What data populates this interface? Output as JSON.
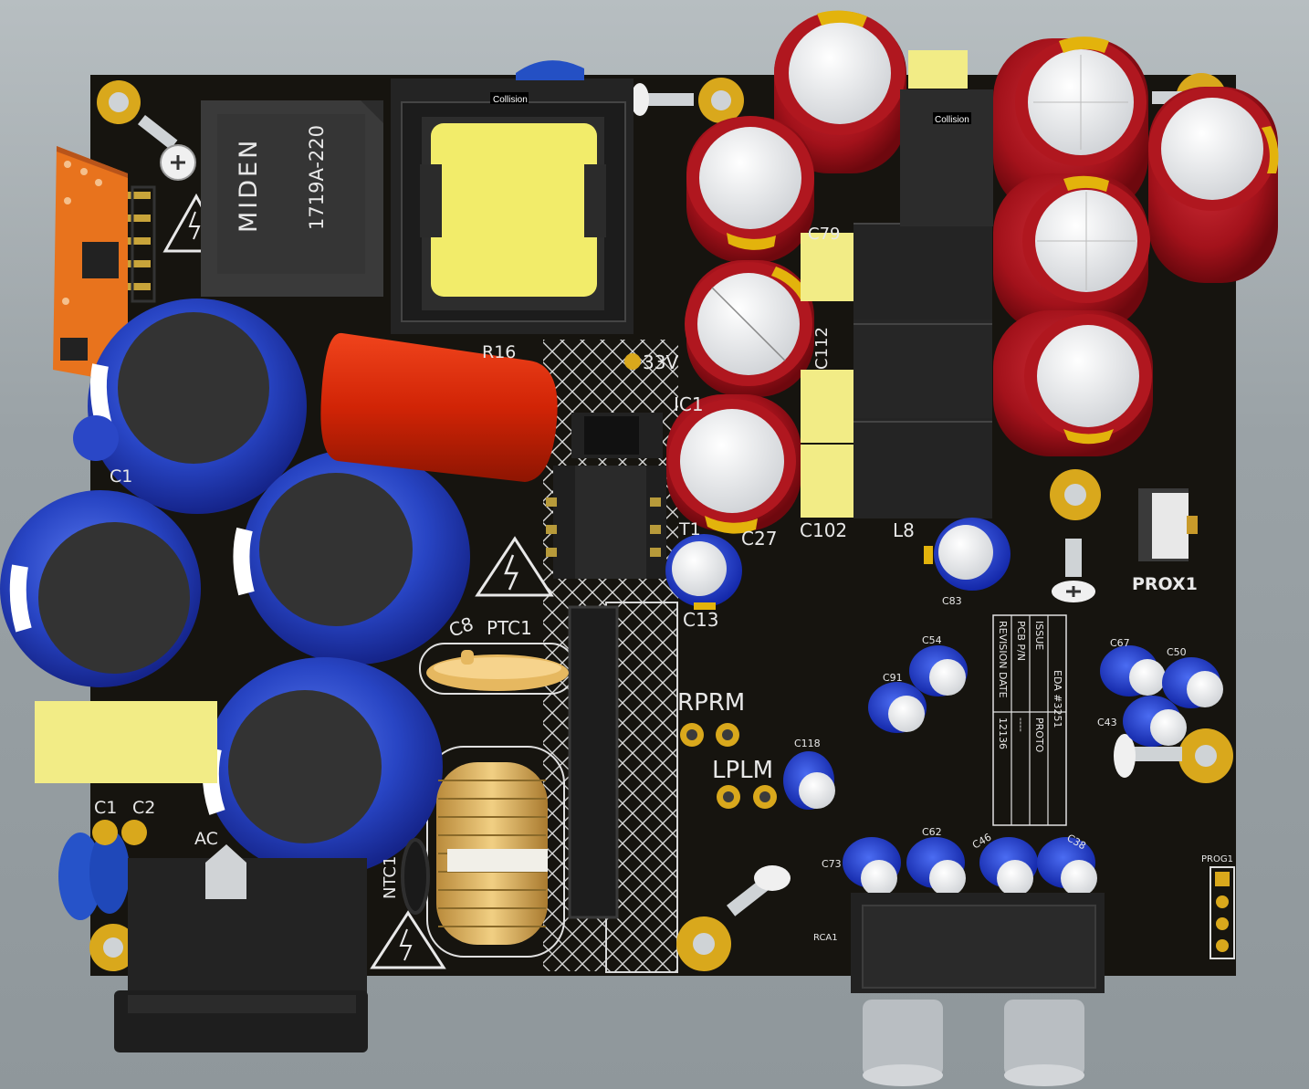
{
  "collision_tag": "Collision",
  "transformer_label": {
    "brand": "MIDEN",
    "model": "1719A-220"
  },
  "designators": {
    "C27": "C27",
    "C102": "C102",
    "L8": "L8",
    "C83": "C83",
    "PROX1": "PROX1",
    "T1": "T1",
    "C13": "C13",
    "C8": "C8",
    "PTC1": "PTC1",
    "RPRM": "RPRM",
    "LPLM": "LPLM",
    "C118": "C118",
    "C54": "C54",
    "C91": "C91",
    "C67": "C67",
    "C50": "C50",
    "C43": "C43",
    "C73": "C73",
    "C62": "C62",
    "C46": "C46",
    "C38": "C38",
    "RCA1": "RCA1",
    "PROG1": "PROG1",
    "C1": "C1",
    "C2": "C2",
    "AC1": "AC",
    "NTC1": "NTC1",
    "R16": "R16",
    "V33": "33V",
    "IC1": "IC1",
    "C112": "C112",
    "C79": "C79",
    "C_left": "C1"
  },
  "info_block": {
    "col1": [
      "REVISION DATE",
      "12136"
    ],
    "col2": [
      "PCB P/N",
      "----"
    ],
    "col3": [
      "ISSUE",
      "PROTO"
    ],
    "col4": [
      "EDA #3251"
    ]
  },
  "colors": {
    "board": "#14120e",
    "pad_gold": "#d9a81c",
    "blue_cap": "#2a47c7",
    "red_cap": "#a5131b",
    "yellow_core": "#f2ec6a",
    "orange_pcb": "#e8731d",
    "film_cap": "#d42608"
  }
}
